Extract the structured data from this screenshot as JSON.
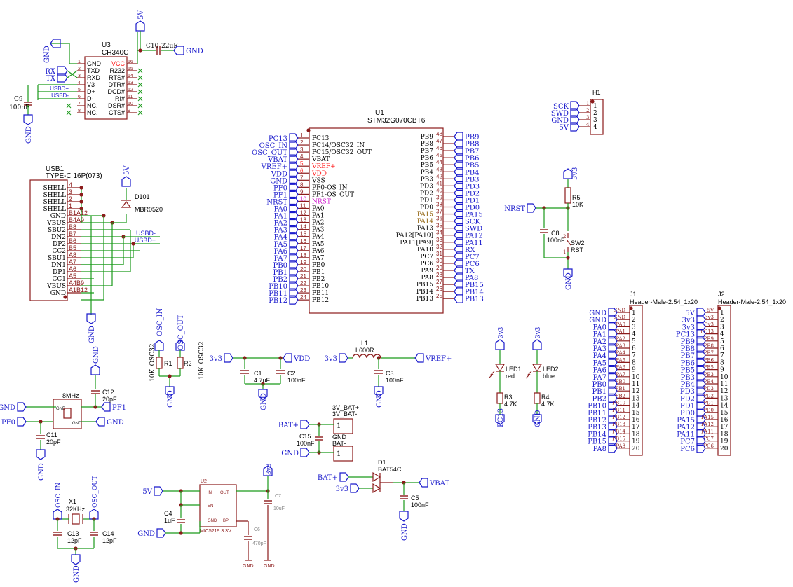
{
  "colors": {
    "wire": "#1a9a1a",
    "symbol": "#8b1a1a",
    "net": "#1a1acc",
    "pin": "#8b1a1a",
    "pwr": "#ff2020",
    "nc": "#1a9a1a"
  },
  "u3": {
    "ref": "U3",
    "value": "CH340C",
    "left": [
      [
        "1",
        "GND"
      ],
      [
        "2",
        "TXD"
      ],
      [
        "3",
        "RXD"
      ],
      [
        "4",
        "V3"
      ],
      [
        "5",
        "D+"
      ],
      [
        "6",
        "D-"
      ],
      [
        "7",
        "NC."
      ],
      [
        "8",
        "NC."
      ]
    ],
    "right": [
      [
        "16",
        "VCC"
      ],
      [
        "15",
        "R232"
      ],
      [
        "14",
        "RTS#"
      ],
      [
        "13",
        "DTR#"
      ],
      [
        "12",
        "DCD#"
      ],
      [
        "11",
        "RI#"
      ],
      [
        "10",
        "DSR#"
      ],
      [
        "9",
        "CTS#"
      ]
    ],
    "nets_left": [
      "RX",
      "TX",
      "USBD+",
      "USBD-"
    ]
  },
  "c10": {
    "ref": "C10",
    "value": "22uF"
  },
  "c9": {
    "ref": "C9",
    "value": "100nF"
  },
  "u1": {
    "ref": "U1",
    "value": "STM32G070CBT6",
    "left": [
      [
        "1",
        "PC13",
        "PC13"
      ],
      [
        "2",
        "PC14/OSC32_IN",
        "OSC_IN"
      ],
      [
        "3",
        "PC15/OSC32_OUT",
        "OSC_OUT"
      ],
      [
        "4",
        "VBAT",
        "VBAT"
      ],
      [
        "5",
        "VREF+",
        "VREF+"
      ],
      [
        "6",
        "VDD",
        "VDD"
      ],
      [
        "7",
        "VSS",
        "GND"
      ],
      [
        "8",
        "PF0-OS_IN",
        "PF0"
      ],
      [
        "9",
        "PF1-OS_OUT",
        "PF1"
      ],
      [
        "10",
        "NRST",
        "NRST"
      ],
      [
        "11",
        "PA0",
        "PA0"
      ],
      [
        "12",
        "PA1",
        "PA1"
      ],
      [
        "13",
        "PA2",
        "PA2"
      ],
      [
        "14",
        "PA3",
        "PA3"
      ],
      [
        "15",
        "PA4",
        "PA4"
      ],
      [
        "16",
        "PA5",
        "PA5"
      ],
      [
        "17",
        "PA6",
        "PA6"
      ],
      [
        "18",
        "PA7",
        "PA7"
      ],
      [
        "19",
        "PB0",
        "PB0"
      ],
      [
        "20",
        "PB1",
        "PB1"
      ],
      [
        "21",
        "PB2",
        "PB2"
      ],
      [
        "22",
        "PB10",
        "PB10"
      ],
      [
        "23",
        "PB11",
        "PB11"
      ],
      [
        "24",
        "PB12",
        "PB12"
      ]
    ],
    "right": [
      [
        "48",
        "PB9",
        "PB9"
      ],
      [
        "47",
        "PB8",
        "PB8"
      ],
      [
        "46",
        "PB7",
        "PB7"
      ],
      [
        "45",
        "PB6",
        "PB6"
      ],
      [
        "44",
        "PB5",
        "PB5"
      ],
      [
        "43",
        "PB4",
        "PB4"
      ],
      [
        "42",
        "PB3",
        "PB3"
      ],
      [
        "41",
        "PD3",
        "PD3"
      ],
      [
        "40",
        "PD2",
        "PD2"
      ],
      [
        "39",
        "PD1",
        "PD1"
      ],
      [
        "38",
        "PD0",
        "PD0"
      ],
      [
        "37",
        "PA15",
        "PA15"
      ],
      [
        "36",
        "PA14",
        "SCK"
      ],
      [
        "35",
        "PA13",
        "SWD"
      ],
      [
        "34",
        "PA12[PA10]",
        "PA12"
      ],
      [
        "33",
        "PA11[PA9]",
        "PA11"
      ],
      [
        "32",
        "PA10",
        "RX"
      ],
      [
        "31",
        "PC7",
        "PC7"
      ],
      [
        "30",
        "PC6",
        "PC6"
      ],
      [
        "29",
        "PA9",
        "TX"
      ],
      [
        "28",
        "PA8",
        "PA8"
      ],
      [
        "27",
        "PB15",
        "PB15"
      ],
      [
        "26",
        "PB14",
        "PB14"
      ],
      [
        "25",
        "PB13",
        "PB13"
      ]
    ]
  },
  "h1": {
    "ref": "H1",
    "pins": [
      [
        "1",
        "SCK"
      ],
      [
        "2",
        "SWD"
      ],
      [
        "3",
        "GND"
      ],
      [
        "4",
        "5V"
      ]
    ]
  },
  "usb1": {
    "ref": "USB1",
    "value": "TYPE-C 16P(073)",
    "pins": [
      [
        "SHELL",
        "4"
      ],
      [
        "SHELL",
        "3"
      ],
      [
        "SHELL",
        "2"
      ],
      [
        "SHELL",
        "1"
      ],
      [
        "GND",
        "B1A12"
      ],
      [
        "VBUS",
        "B4A9"
      ],
      [
        "SBU2",
        "B8"
      ],
      [
        "DN2",
        "B7"
      ],
      [
        "DP2",
        "B6"
      ],
      [
        "CC2",
        "B5"
      ],
      [
        "SBU1",
        "A8"
      ],
      [
        "DN1",
        "A7"
      ],
      [
        "DP1",
        "A6"
      ],
      [
        "CC1",
        "A5"
      ],
      [
        "VBUS",
        "A4B9"
      ],
      [
        "GND",
        "A1B12"
      ]
    ],
    "nets": [
      "USBD-",
      "USBD+"
    ]
  },
  "d101": {
    "ref": "D101",
    "value": "MBR0520"
  },
  "r5": {
    "ref": "R5",
    "value": "10K"
  },
  "c8": {
    "ref": "C8",
    "value": "100nF"
  },
  "sw2": {
    "ref": "SW2",
    "value": "RST",
    "pins": [
      "1",
      "2"
    ]
  },
  "y1": {
    "ref": "8MHz",
    "pins": [
      "GND",
      "GND"
    ]
  },
  "c12": {
    "ref": "C12",
    "value": "20pF"
  },
  "c11": {
    "ref": "C11",
    "value": "20pF"
  },
  "r1": {
    "ref": "R1",
    "value": "10K_OSC32"
  },
  "r2": {
    "ref": "R2",
    "value": "10K_OSC32"
  },
  "c1": {
    "ref": "C1",
    "value": "4.7uF"
  },
  "c2": {
    "ref": "C2",
    "value": "100nF"
  },
  "l1": {
    "ref": "L1",
    "value": "L600R"
  },
  "c3": {
    "ref": "C3",
    "value": "100nF"
  },
  "bat": {
    "ref1": "3V_BAT+",
    "ref2": "3V_BAT-",
    "p1": "GND",
    "p2": "BAT-",
    "pin": "1"
  },
  "c15": {
    "ref": "C15",
    "value": "100nF"
  },
  "d1": {
    "ref": "D1",
    "value": "BAT54C"
  },
  "c5": {
    "ref": "C5",
    "value": "100nF"
  },
  "led1": {
    "ref": "LED1",
    "value": "red"
  },
  "led2": {
    "ref": "LED2",
    "value": "blue"
  },
  "r3": {
    "ref": "R3",
    "value": "4.7K"
  },
  "r4": {
    "ref": "R4",
    "value": "4.7K"
  },
  "x1": {
    "ref": "X1",
    "value": "32KHz"
  },
  "c13": {
    "ref": "C13",
    "value": "12pF"
  },
  "c14": {
    "ref": "C14",
    "value": "12pF"
  },
  "u2": {
    "ref": "U2",
    "value": "MIC5219 3.3V",
    "pins": [
      "IN",
      "OUT",
      "EN",
      "GND",
      "BP"
    ]
  },
  "c4": {
    "ref": "C4",
    "value": "1uF"
  },
  "c6": {
    "ref": "C6",
    "value": "470pF"
  },
  "c7": {
    "ref": "C7",
    "value": "10uF"
  },
  "j1": {
    "ref": "J1",
    "value": "Header-Male-2.54_1x20",
    "nets": [
      "GND",
      "GND",
      "PA0",
      "PA1",
      "PA2",
      "PA3",
      "PA4",
      "PA5",
      "PA6",
      "PA7",
      "PB0",
      "PB1",
      "PB2",
      "PB10",
      "PB11",
      "PB12",
      "PB13",
      "PB14",
      "PB15",
      "PA8"
    ]
  },
  "j2": {
    "ref": "J2",
    "value": "Header-Male-2.54_1x20",
    "nets": [
      "5V",
      "3v3",
      "3v3",
      "PC13",
      "PB9",
      "PB8",
      "PB7",
      "PB6",
      "PB5",
      "PB3",
      "PB4",
      "PD3",
      "PD2",
      "PD1",
      "PD0",
      "PA15",
      "PA12",
      "PA11",
      "PC7",
      "PC6"
    ]
  },
  "labels": {
    "gnd": "GND",
    "v5": "5V",
    "v3": "3v3",
    "vdd": "VDD",
    "vref": "VREF+",
    "vbat": "VBAT",
    "batp": "BAT+",
    "nrst": "NRST",
    "osc_in": "OSC_IN",
    "osc_out": "OSC_OUT",
    "pf0": "PF0",
    "pf1": "PF1",
    "pc13": "PC13"
  }
}
